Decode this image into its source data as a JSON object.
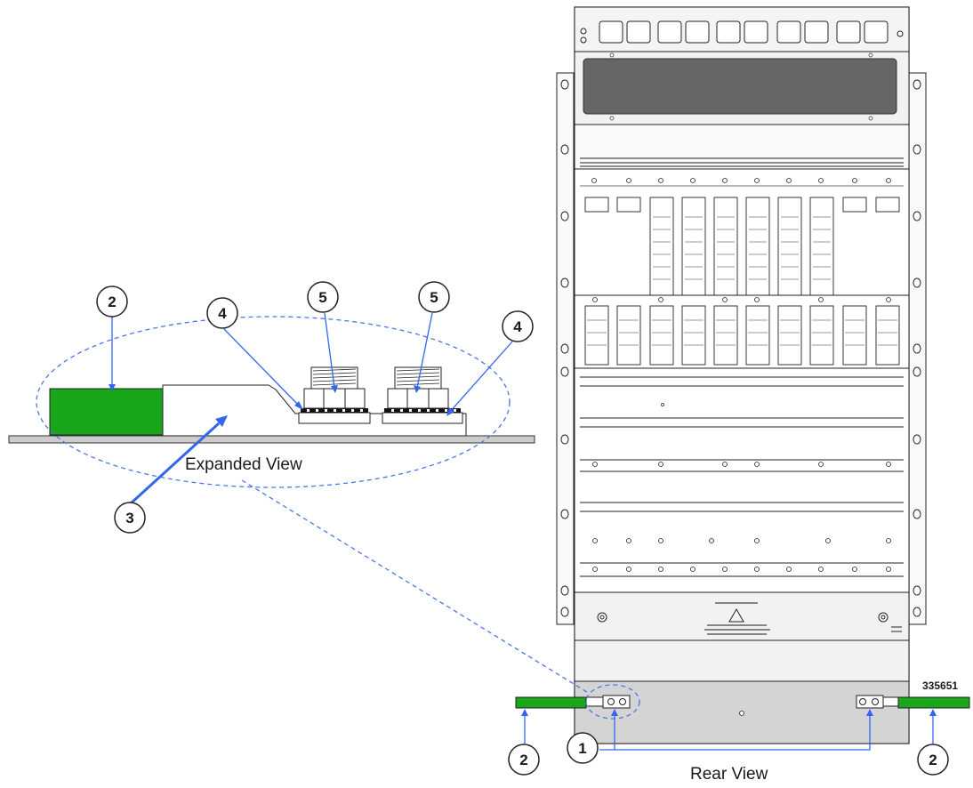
{
  "labels": {
    "expanded_view": "Expanded View",
    "rear_view": "Rear View",
    "figure_number": "335651"
  },
  "callouts": [
    {
      "key": "c2_expanded",
      "text": "2"
    },
    {
      "key": "c4_left",
      "text": "4"
    },
    {
      "key": "c5_left",
      "text": "5"
    },
    {
      "key": "c5_right",
      "text": "5"
    },
    {
      "key": "c4_right",
      "text": "4"
    },
    {
      "key": "c3",
      "text": "3"
    },
    {
      "key": "c2_bottom_left",
      "text": "2"
    },
    {
      "key": "c1",
      "text": "1"
    },
    {
      "key": "c2_bottom_right",
      "text": "2"
    }
  ],
  "colors": {
    "ground_cable": "#1aa61a",
    "leader_line": "#3366ee",
    "chassis_fill": "#eeeeee",
    "ground_bar": "#d4d4d4",
    "floor": "#cccccc"
  }
}
